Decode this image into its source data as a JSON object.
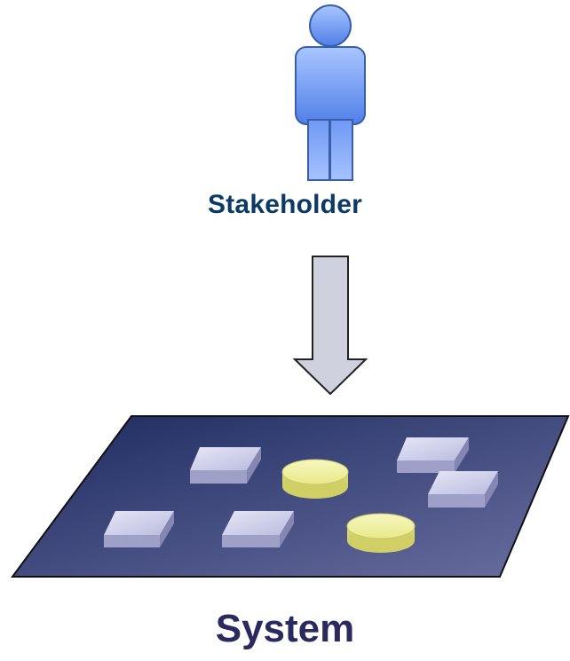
{
  "stakeholder": {
    "label": "Stakeholder",
    "icon": "person-icon",
    "color": "#5b8bf0"
  },
  "arrow": {
    "icon": "arrow-down-icon",
    "direction": "down",
    "fill": "#d0d1de"
  },
  "system": {
    "label": "System",
    "platform_color_dark": "#1e2c60",
    "platform_color_light": "#5f6495",
    "blocks": {
      "count": 5,
      "color": "#c9cbe6"
    },
    "discs": {
      "count": 2,
      "color": "#f0f09a"
    }
  }
}
